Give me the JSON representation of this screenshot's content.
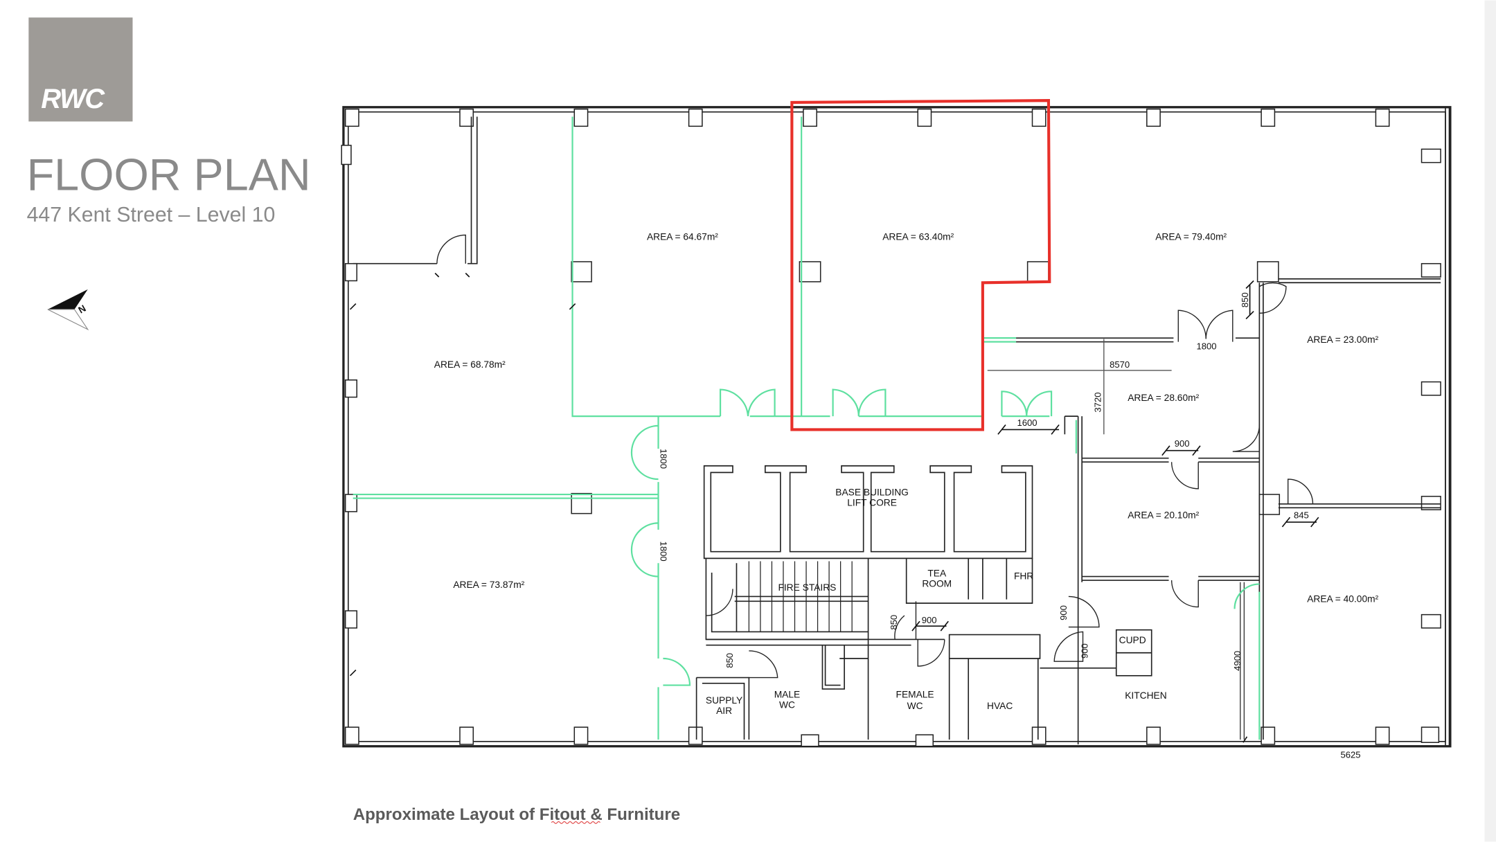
{
  "header": {
    "logo_text": "RWC",
    "title": "FLOOR PLAN",
    "subtitle": "447 Kent Street – Level 10",
    "north_label": "N"
  },
  "colors": {
    "logo_bg": "#9e9b97",
    "title": "#8a8a8a",
    "highlight": "#e8302a",
    "partition": "#5ee0a0"
  },
  "rooms": [
    {
      "label": "AREA = 68.78m²"
    },
    {
      "label": "AREA = 64.67m²"
    },
    {
      "label": "AREA = 63.40m²"
    },
    {
      "label": "AREA = 79.40m²"
    },
    {
      "label": "AREA = 23.00m²"
    },
    {
      "label": "AREA = 28.60m²"
    },
    {
      "label": "AREA = 20.10m²"
    },
    {
      "label": "AREA = 73.87m²"
    },
    {
      "label": "AREA = 40.00m²"
    }
  ],
  "spaces": {
    "lift_core_1": "BASE BUILDING",
    "lift_core_2": "LIFT CORE",
    "fire_stairs": "FIRE STAIRS",
    "tea_room_1": "TEA",
    "tea_room_2": "ROOM",
    "fhr": "FHR",
    "supply_air_1": "SUPPLY",
    "supply_air_2": "AIR",
    "male_wc_1": "MALE",
    "male_wc_2": "WC",
    "female_wc_1": "FEMALE",
    "female_wc_2": "WC",
    "hvac": "HVAC",
    "kitchen": "KITCHEN",
    "cupd": "CUPD"
  },
  "dimensions": {
    "d1800_left": "1800",
    "d1800_left2": "1800",
    "d1800_top": "1800",
    "d850_top": "850",
    "d8570": "8570",
    "d3720": "3720",
    "d1600": "1600",
    "d900_a": "900",
    "d845": "845",
    "d850_stair": "850",
    "d900_b": "900",
    "d850_wc": "850",
    "d900_c": "900",
    "d900_d": "900",
    "d4900": "4900",
    "d5625": "5625"
  },
  "footer": {
    "caption": "Approximate Layout of Fitout & Furniture"
  }
}
